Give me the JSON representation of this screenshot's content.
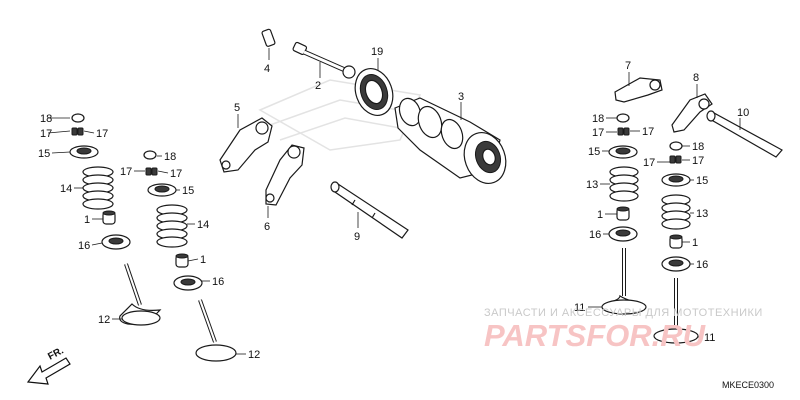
{
  "callouts": {
    "p1a": "1",
    "p1b": "1",
    "p1c": "1",
    "p1d": "1",
    "p2": "2",
    "p3": "3",
    "p4": "4",
    "p5": "5",
    "p6": "6",
    "p7": "7",
    "p8": "8",
    "p9": "9",
    "p10": "10",
    "p11a": "11",
    "p11b": "11",
    "p12a": "12",
    "p12b": "12",
    "p13a": "13",
    "p13b": "13",
    "p14a": "14",
    "p14b": "14",
    "p15a": "15",
    "p15b": "15",
    "p15c": "15",
    "p15d": "15",
    "p16a": "16",
    "p16b": "16",
    "p16c": "16",
    "p16d": "16",
    "p17a": "17",
    "p17b": "17",
    "p17c": "17",
    "p17d": "17",
    "p17e": "17",
    "p17f": "17",
    "p17g": "17",
    "p17h": "17",
    "p18a": "18",
    "p18b": "18",
    "p18c": "18",
    "p18d": "18",
    "p19": "19"
  },
  "front_arrow_label": "FR.",
  "diagram_code": "MKECE0300",
  "watermark": {
    "caption": "ЗАПЧАСТИ И АКСЕССУАРЫ ДЛЯ МОТОТЕХНИКИ",
    "logo": "PARTSFOR.RU"
  },
  "colors": {
    "line": "#1a1a1a",
    "watermark_logo": "#f7c4c4",
    "watermark_caption": "#c9c9c9"
  }
}
